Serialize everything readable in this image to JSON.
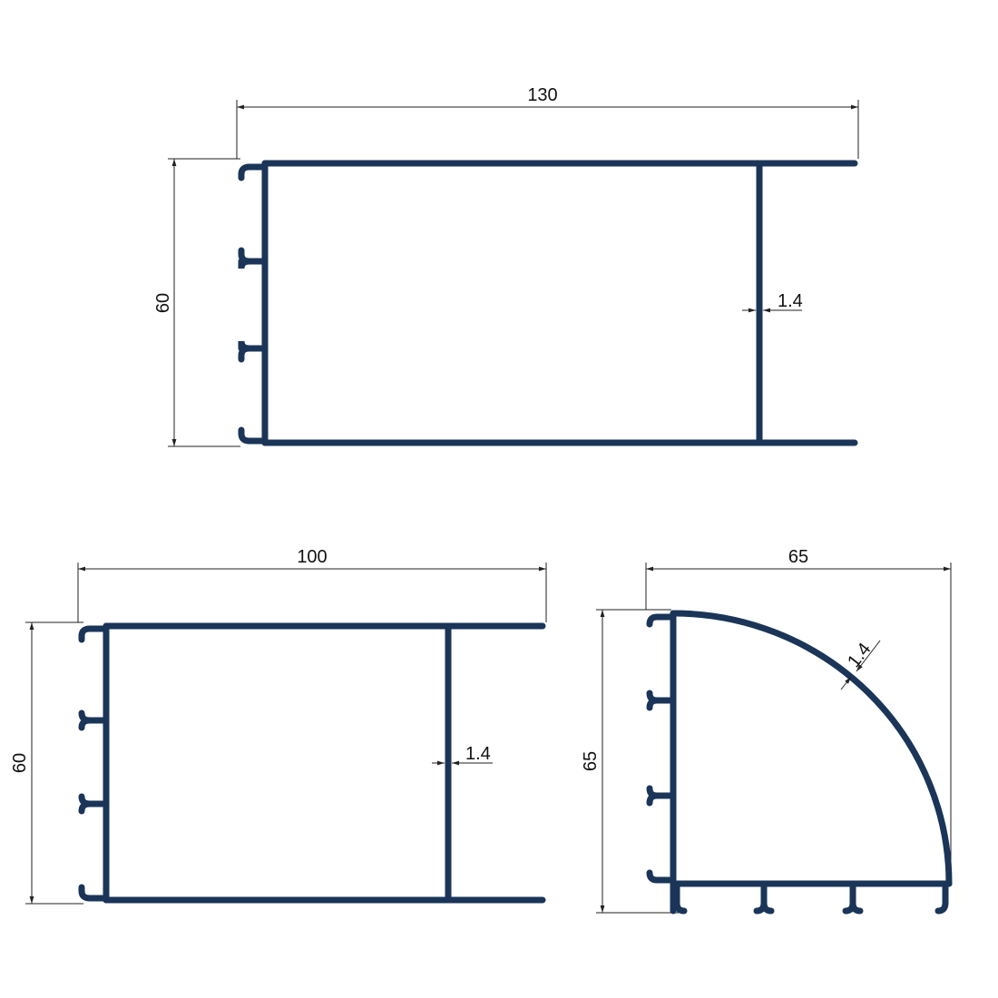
{
  "colors": {
    "profile": "#1a3558",
    "dimension": "#222222",
    "background": "#ffffff"
  },
  "profile_a": {
    "width_label": "130",
    "height_label": "60",
    "thickness_label": "1.4"
  },
  "profile_b": {
    "width_label": "100",
    "height_label": "60",
    "thickness_label": "1.4"
  },
  "profile_c": {
    "width_label": "65",
    "height_label": "65",
    "thickness_label": "1.4"
  }
}
